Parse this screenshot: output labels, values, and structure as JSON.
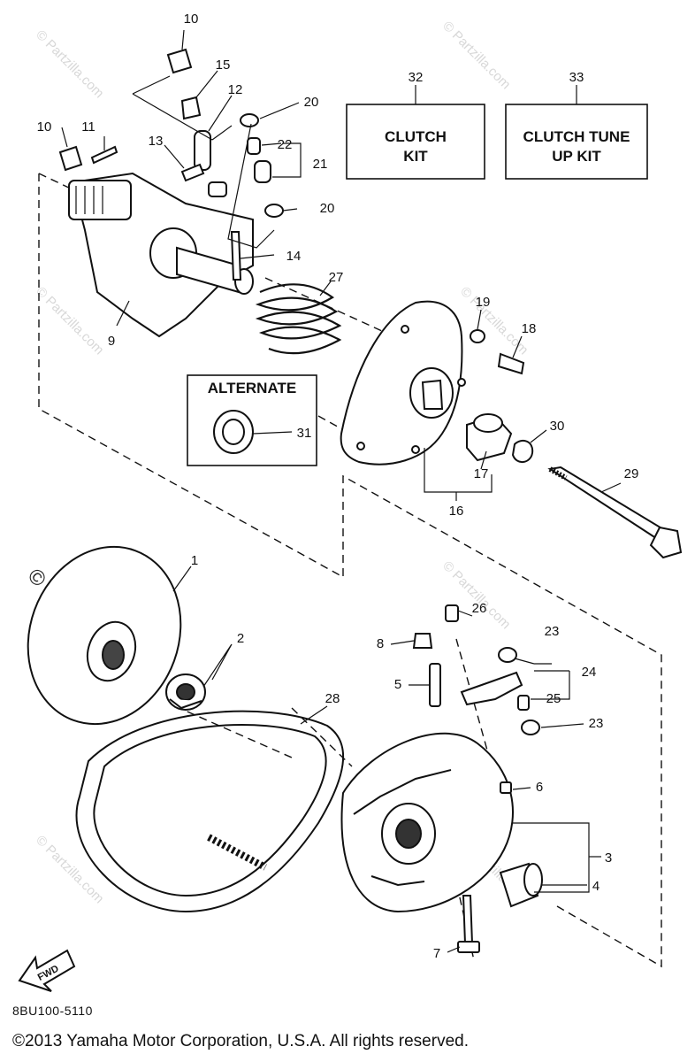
{
  "diagram": {
    "callouts": {
      "c1": "1",
      "c2": "2",
      "c3": "3",
      "c4": "4",
      "c5": "5",
      "c6": "6",
      "c7": "7",
      "c8": "8",
      "c9": "9",
      "c10a": "10",
      "c10b": "10",
      "c11": "11",
      "c12": "12",
      "c13": "13",
      "c14": "14",
      "c15": "15",
      "c16": "16",
      "c17": "17",
      "c18": "18",
      "c19": "19",
      "c20a": "20",
      "c20b": "20",
      "c21": "21",
      "c22": "22",
      "c23a": "23",
      "c23b": "23",
      "c24": "24",
      "c25": "25",
      "c26": "26",
      "c27": "27",
      "c28": "28",
      "c29": "29",
      "c30": "30",
      "c31": "31",
      "c32": "32",
      "c33": "33"
    },
    "boxes": {
      "clutch_kit": {
        "line1": "CLUTCH",
        "line2": "KIT"
      },
      "clutch_tune_up_kit": {
        "line1": "CLUTCH TUNE",
        "line2": "UP KIT"
      },
      "alternate": "ALTERNATE"
    },
    "fwd_label": "FWD",
    "watermark": "© Partzilla.com",
    "part_code": "8BU100-5110",
    "copyright": "©2013 Yamaha Motor Corporation, U.S.A. All rights reserved."
  }
}
